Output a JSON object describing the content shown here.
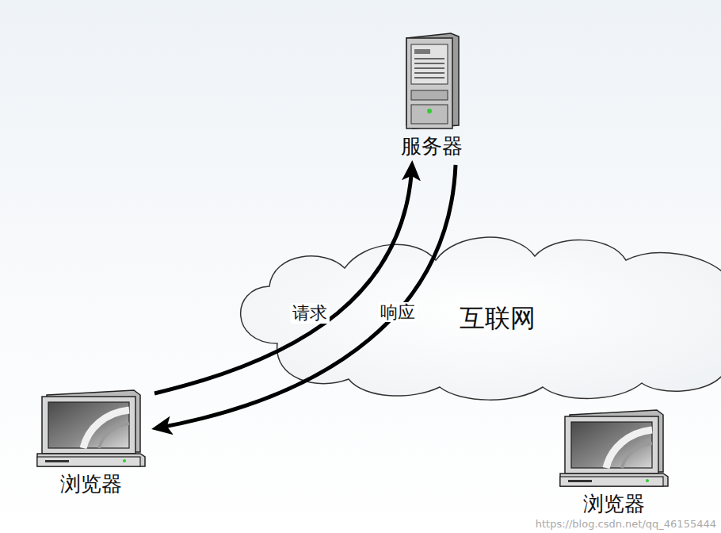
{
  "diagram": {
    "nodes": [
      {
        "text": [
          "服务器"
        ]
      },
      {
        "text": [
          "互联网"
        ]
      },
      {
        "text": [
          "浏览器"
        ]
      },
      {
        "text": [
          "浏览器"
        ]
      }
    ],
    "edges": [
      {
        "from": 2,
        "to": 0,
        "label": "请求",
        "arrow": "to"
      },
      {
        "from": 0,
        "to": 2,
        "label": "响应",
        "arrow": "to"
      }
    ],
    "labels": [
      "https://blog.csdn.net/qq_46155444"
    ]
  }
}
